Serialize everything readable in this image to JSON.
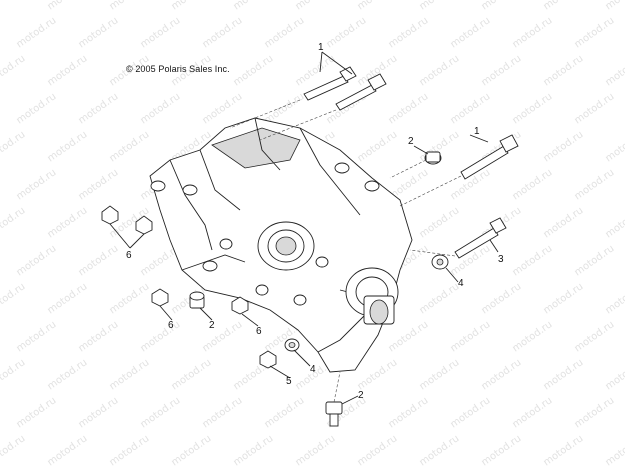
{
  "copyright": "© 2005 Polaris Sales Inc.",
  "watermark": "motod.ru",
  "callouts": [
    "1",
    "1",
    "2",
    "2",
    "2",
    "3",
    "4",
    "4",
    "5",
    "6",
    "6",
    "6"
  ]
}
